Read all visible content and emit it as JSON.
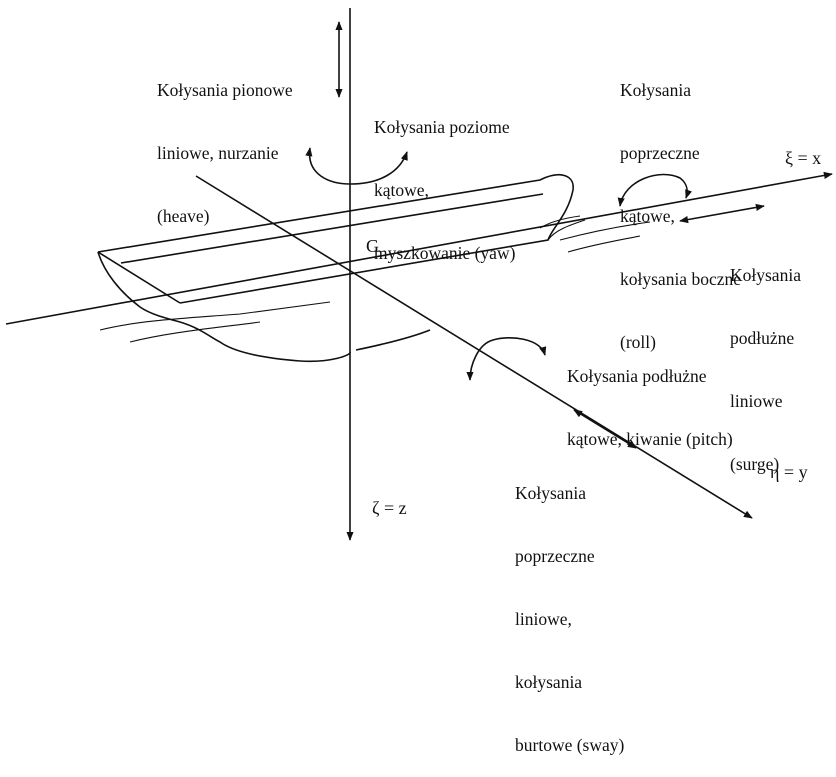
{
  "labels": {
    "heave": [
      "Kołysania pionowe",
      "liniowe, nurzanie",
      "(heave)"
    ],
    "yaw": [
      "Kołysania poziome",
      "kątowe,",
      "myszkowanie (yaw)"
    ],
    "roll": [
      "Kołysania",
      "poprzeczne",
      "kątowe,",
      "kołysania boczne",
      "(roll)"
    ],
    "surge": [
      "Kołysania",
      "podłużne",
      "liniowe",
      "(surge)"
    ],
    "pitch": [
      "Kołysania podłużne",
      "kątowe, kiwanie (pitch)"
    ],
    "sway": [
      "Kołysania",
      "poprzeczne",
      "liniowe,",
      "kołysania",
      "burtowe (sway)"
    ]
  },
  "axes": {
    "x": "ξ = x",
    "y": "η = y",
    "z": "ζ = z",
    "center": "G"
  }
}
